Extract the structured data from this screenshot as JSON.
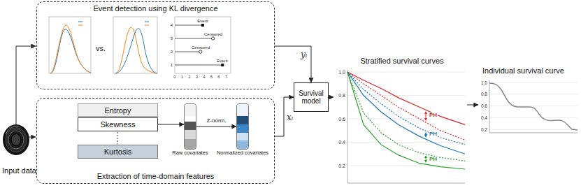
{
  "diagram": {
    "nodes": [
      {
        "text": [
          "Event detection using KL divergence"
        ]
      },
      {
        "text": [
          "Extraction of time-domain features"
        ]
      },
      {
        "text": [
          "Entropy"
        ],
        "in": 1
      },
      {
        "text": [
          "Skewness"
        ],
        "in": 1
      },
      {
        "text": [
          "Kurtosis"
        ],
        "in": 1
      },
      {
        "text": [
          "Raw covariates"
        ],
        "in": 1
      },
      {
        "text": [
          "Normalized covariates"
        ],
        "in": 1
      },
      {
        "text": [
          "Survival model"
        ]
      }
    ],
    "edges": [
      {
        "from": 3,
        "to": 5,
        "arrow": "to"
      },
      {
        "from": 5,
        "to": 6,
        "label": "Z-norm.",
        "arrow": "to"
      },
      {
        "from": 0,
        "to": 7,
        "label": "yᵢ",
        "arrow": "to"
      },
      {
        "from": 1,
        "to": 7,
        "label": "xᵢ",
        "arrow": "to"
      }
    ],
    "labels": [
      "Input data",
      "vs.",
      "Event",
      "Censored",
      "Censored",
      "Event",
      "1",
      "2",
      "3",
      "4",
      "0",
      "1",
      "2",
      "3",
      "4",
      "5",
      "6",
      "7",
      "Stratified survival curves",
      "PH",
      "PH",
      "PH",
      "1.0",
      "0.8",
      "0.6",
      "0.4",
      "0.2",
      "Individual survival curve",
      "1.0",
      "0.8",
      "0.6",
      "0.4",
      "0.2"
    ]
  }
}
